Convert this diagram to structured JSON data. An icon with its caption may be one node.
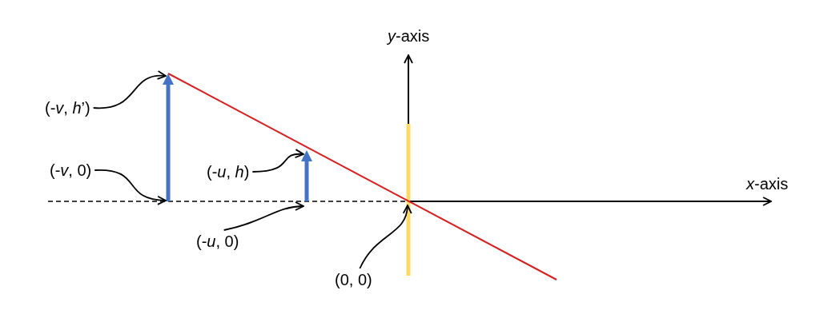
{
  "diagram": {
    "nodes": [
      {
        "text": [
          "(-*v*, *h*’)"
        ]
      },
      {
        "text": [
          "(-*v*, 0)"
        ]
      },
      {
        "text": [
          "(-*u*, *h*)"
        ]
      },
      {
        "text": [
          "(-*u*, 0)"
        ]
      },
      {
        "text": [
          "(0, 0)"
        ]
      }
    ],
    "edges": [
      {
        "from": 0,
        "to": null,
        "arrow": "to"
      },
      {
        "from": 1,
        "to": null,
        "arrow": "to"
      },
      {
        "from": 2,
        "to": null,
        "arrow": "to"
      },
      {
        "from": 3,
        "to": null,
        "arrow": "to"
      },
      {
        "from": 4,
        "to": null,
        "arrow": "to"
      }
    ],
    "labels": [
      "*y*-axis",
      "*x*-axis"
    ]
  }
}
